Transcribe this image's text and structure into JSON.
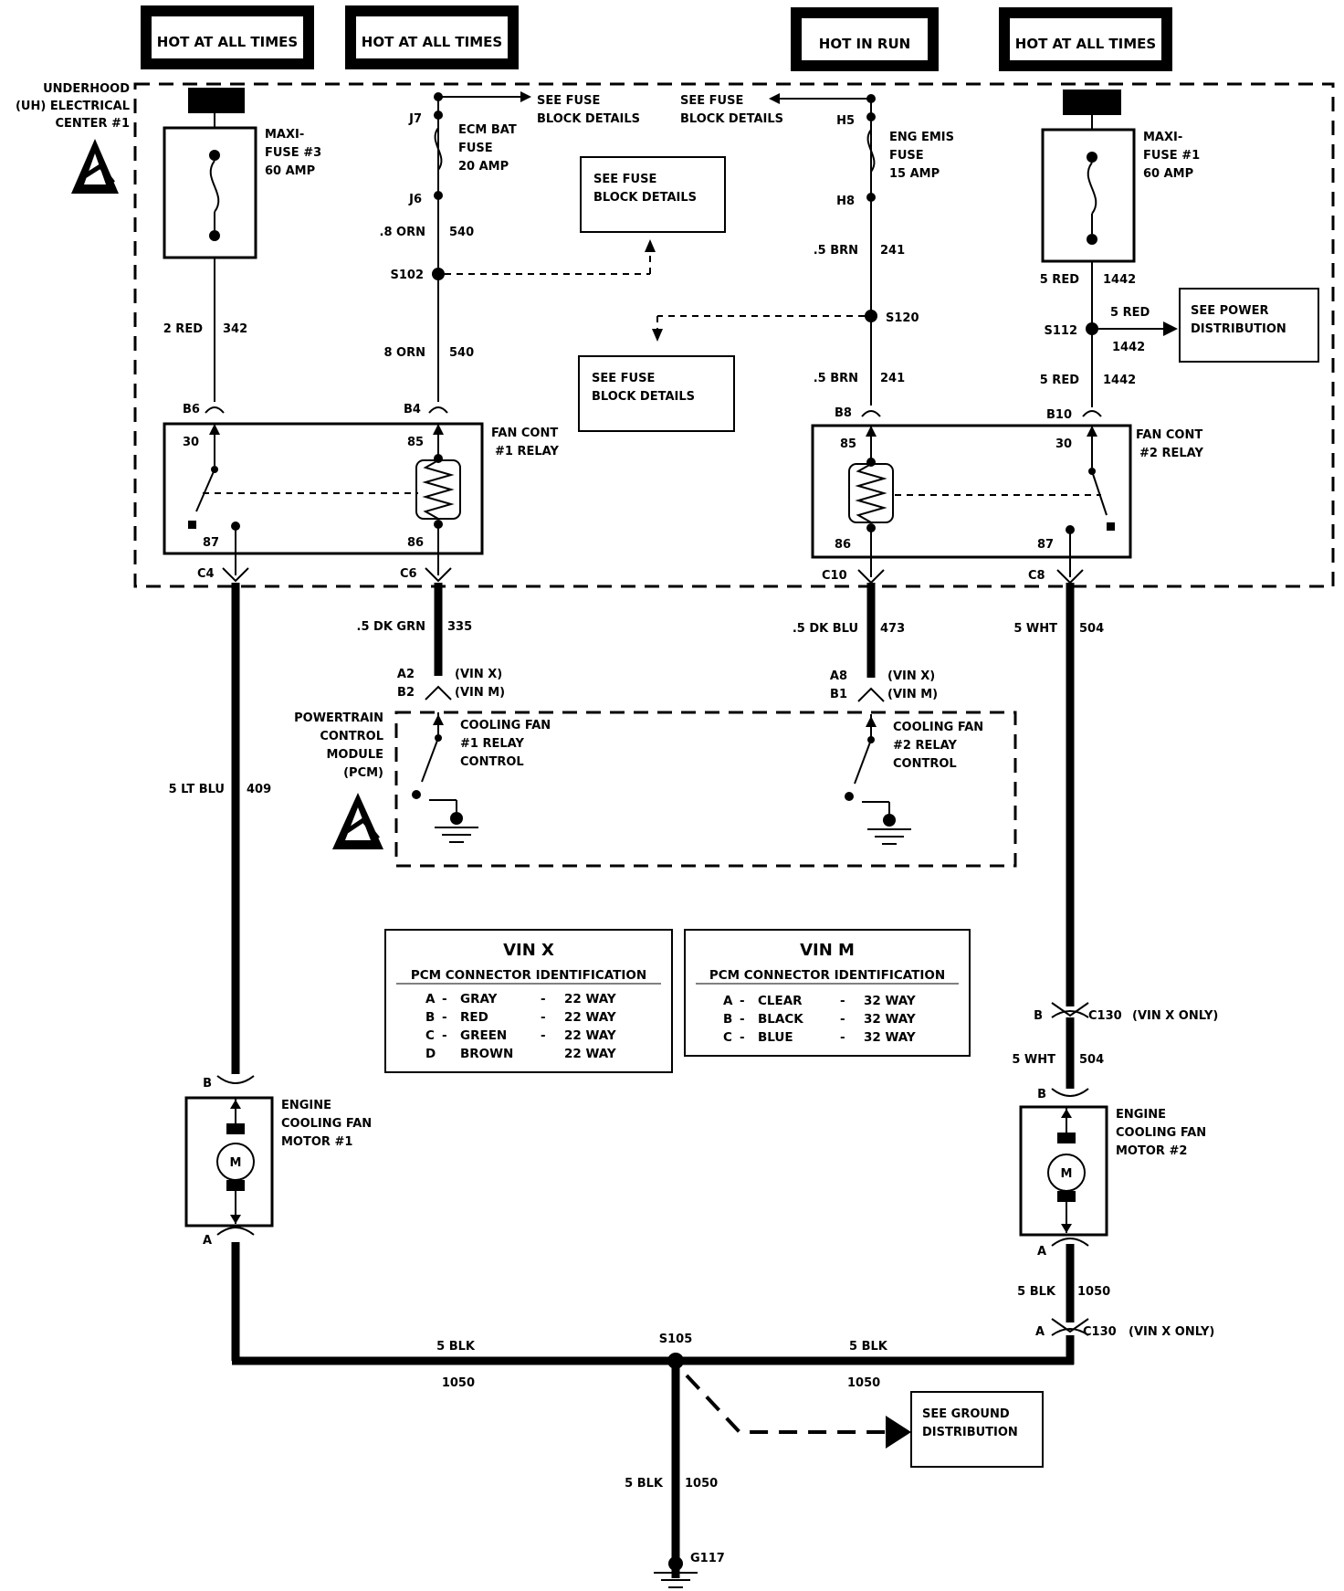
{
  "power_sources": [
    {
      "label": "HOT AT ALL TIMES"
    },
    {
      "label": "HOT AT ALL TIMES"
    },
    {
      "label": "HOT IN RUN"
    },
    {
      "label": "HOT AT ALL TIMES"
    }
  ],
  "uh_center": {
    "line1": "UNDERHOOD",
    "line2": "(UH) ELECTRICAL",
    "line3": "CENTER #1"
  },
  "fuses": {
    "maxi3": {
      "line1": "MAXI-",
      "line2": "FUSE #3",
      "line3": "60 AMP"
    },
    "ecm": {
      "line1": "ECM BAT",
      "line2": "FUSE",
      "line3": "20 AMP",
      "in": "J7",
      "out": "J6"
    },
    "eng": {
      "line1": "ENG EMIS",
      "line2": "FUSE",
      "line3": "15 AMP",
      "in": "H5",
      "out": "H8"
    },
    "maxi1": {
      "line1": "MAXI-",
      "line2": "FUSE #1",
      "line3": "60 AMP"
    }
  },
  "see_fuse": {
    "line1": "SEE FUSE",
    "line2": "BLOCK DETAILS"
  },
  "see_power": {
    "line1": "SEE POWER",
    "line2": "DISTRIBUTION"
  },
  "see_ground": {
    "line1": "SEE GROUND",
    "line2": "DISTRIBUTION"
  },
  "splices": {
    "s102": "S102",
    "s120": "S120",
    "s112": "S112",
    "s105": "S105",
    "g117": "G117"
  },
  "wires": {
    "w342": {
      "color": "2 RED",
      "circuit": "342"
    },
    "w540a": {
      "color": ".8 ORN",
      "circuit": "540"
    },
    "w540b": {
      "color": "8 ORN",
      "circuit": "540"
    },
    "w241a": {
      "color": ".5 BRN",
      "circuit": "241"
    },
    "w241b": {
      "color": ".5 BRN",
      "circuit": "241"
    },
    "w1442a": {
      "color": "5 RED",
      "circuit": "1442"
    },
    "w1442b": {
      "color": "5 RED",
      "circuit": "1442"
    },
    "w1442c": {
      "color": "5 RED",
      "circuit": "1442"
    },
    "w335": {
      "color": ".5 DK GRN",
      "circuit": "335"
    },
    "w473": {
      "color": ".5 DK BLU",
      "circuit": "473"
    },
    "w504a": {
      "color": "5 WHT",
      "circuit": "504"
    },
    "w504b": {
      "color": "5 WHT",
      "circuit": "504"
    },
    "w409": {
      "color": "5 LT BLU",
      "circuit": "409"
    },
    "w1050a": {
      "color": "5 BLK",
      "circuit": "1050"
    },
    "w1050b": {
      "color": "5 BLK",
      "circuit": "1050"
    },
    "w1050c": {
      "color": "5 BLK",
      "circuit": "1050"
    },
    "w1050d": {
      "color": "5 BLK",
      "circuit": "1050"
    }
  },
  "relay1": {
    "name1": "FAN CONT",
    "name2": "#1 RELAY",
    "pins": {
      "p30": "30",
      "p87": "87",
      "p85": "85",
      "p86": "86"
    },
    "conns": {
      "b6": "B6",
      "b4": "B4",
      "c4": "C4",
      "c6": "C6"
    }
  },
  "relay2": {
    "name1": "FAN CONT",
    "name2": "#2 RELAY",
    "pins": {
      "p30": "30",
      "p87": "87",
      "p85": "85",
      "p86": "86"
    },
    "conns": {
      "b8": "B8",
      "b10": "B10",
      "c10": "C10",
      "c8": "C8"
    }
  },
  "pcm": {
    "line1": "POWERTRAIN",
    "line2": "CONTROL",
    "line3": "MODULE",
    "line4": "(PCM)",
    "ctl1": {
      "line1": "COOLING FAN",
      "line2": "#1 RELAY",
      "line3": "CONTROL"
    },
    "ctl2": {
      "line1": "COOLING FAN",
      "line2": "#2 RELAY",
      "line3": "CONTROL"
    },
    "pins_left": {
      "a": "A2",
      "b": "B2",
      "va": "(VIN X)",
      "vb": "(VIN M)"
    },
    "pins_right": {
      "a": "A8",
      "b": "B1",
      "va": "(VIN X)",
      "vb": "(VIN M)"
    }
  },
  "vin_x": {
    "title": "VIN X",
    "subtitle": "PCM CONNECTOR IDENTIFICATION",
    "rows": [
      {
        "id": "A",
        "sep": "-",
        "color": "GRAY",
        "sep2": "-",
        "size": "22 WAY"
      },
      {
        "id": "B",
        "sep": "-",
        "color": "RED",
        "sep2": "-",
        "size": "22 WAY"
      },
      {
        "id": "C",
        "sep": "-",
        "color": "GREEN",
        "sep2": "-",
        "size": "22 WAY"
      },
      {
        "id": "D",
        "sep": "",
        "color": "BROWN",
        "sep2": "",
        "size": "22 WAY"
      }
    ]
  },
  "vin_m": {
    "title": "VIN M",
    "subtitle": "PCM CONNECTOR IDENTIFICATION",
    "rows": [
      {
        "id": "A",
        "sep": "-",
        "color": "CLEAR",
        "sep2": "-",
        "size": "32 WAY"
      },
      {
        "id": "B",
        "sep": "-",
        "color": "BLACK",
        "sep2": "-",
        "size": "32 WAY"
      },
      {
        "id": "C",
        "sep": "-",
        "color": "BLUE",
        "sep2": "-",
        "size": "32 WAY"
      }
    ]
  },
  "motor1": {
    "line1": "ENGINE",
    "line2": "COOLING FAN",
    "line3": "MOTOR #1",
    "symbol": "M",
    "top": "B",
    "bottom": "A"
  },
  "motor2": {
    "line1": "ENGINE",
    "line2": "COOLING FAN",
    "line3": "MOTOR #2",
    "symbol": "M",
    "top": "B",
    "bottom": "A"
  },
  "c130": {
    "top_pin": "B",
    "bottom_pin": "A",
    "name": "C130",
    "note": "(VIN X ONLY)"
  }
}
